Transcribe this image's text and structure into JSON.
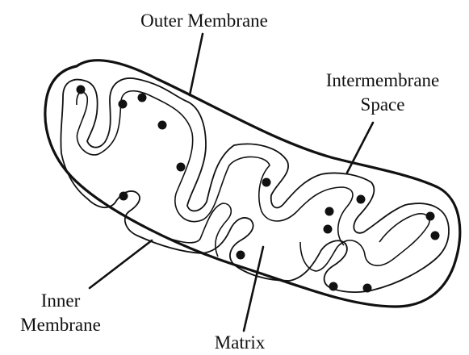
{
  "labels": {
    "outer_membrane": "Outer Membrane",
    "intermembrane_line1": "Intermembrane",
    "intermembrane_line2": "Space",
    "inner_line1": "Inner",
    "inner_line2": "Membrane",
    "matrix": "Matrix"
  },
  "colors": {
    "stroke": "#111111",
    "background": "#ffffff"
  }
}
